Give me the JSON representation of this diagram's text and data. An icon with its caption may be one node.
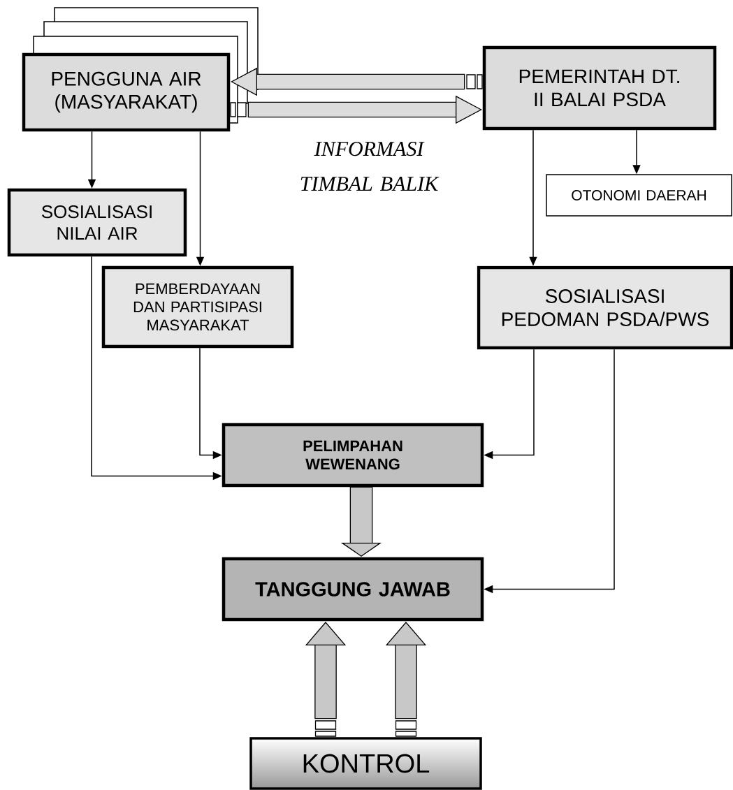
{
  "diagram": {
    "nodes": [
      {
        "text": [
          "PENGGUNA AIR (MASYARAKAT)"
        ]
      },
      {
        "text": [
          "PEMERINTAH DT. II BALAI PSDA"
        ]
      },
      {
        "text": [
          "SOSIALISASI NILAI AIR"
        ]
      },
      {
        "text": [
          "OTONOMI DAERAH"
        ]
      },
      {
        "text": [
          "PEMBERDAYAAN DAN PARTISIPASI MASYARAKAT"
        ]
      },
      {
        "text": [
          "SOSIALISASI PEDOMAN PSDA/PWS"
        ]
      },
      {
        "text": [
          "PELIMPAHAN WEWENANG"
        ]
      },
      {
        "text": [
          "TANGGUNG JAWAB"
        ]
      },
      {
        "text": [
          "KONTROL"
        ]
      }
    ],
    "edges": [
      {
        "from": 0,
        "to": 2,
        "arrow": "to"
      },
      {
        "from": 0,
        "to": 4,
        "arrow": "to"
      },
      {
        "from": 1,
        "to": 3,
        "arrow": "to"
      },
      {
        "from": 1,
        "to": 5,
        "arrow": "to"
      },
      {
        "from": 2,
        "to": 6,
        "arrow": "to"
      },
      {
        "from": 4,
        "to": 6,
        "arrow": "to"
      },
      {
        "from": 5,
        "to": 6,
        "arrow": "to"
      },
      {
        "from": 5,
        "to": 7,
        "arrow": "to"
      },
      {
        "from": 1,
        "to": 0,
        "arrow": "to",
        "style": "thick"
      },
      {
        "from": 0,
        "to": 1,
        "arrow": "to",
        "style": "thick"
      },
      {
        "from": 6,
        "to": 7,
        "arrow": "to",
        "style": "thick"
      },
      {
        "from": 8,
        "to": 7,
        "arrow": "to",
        "style": "thick"
      },
      {
        "from": 8,
        "to": 7,
        "arrow": "to",
        "style": "thick"
      }
    ],
    "labels": [
      "INFORMASI TIMBAL BALIK"
    ]
  }
}
